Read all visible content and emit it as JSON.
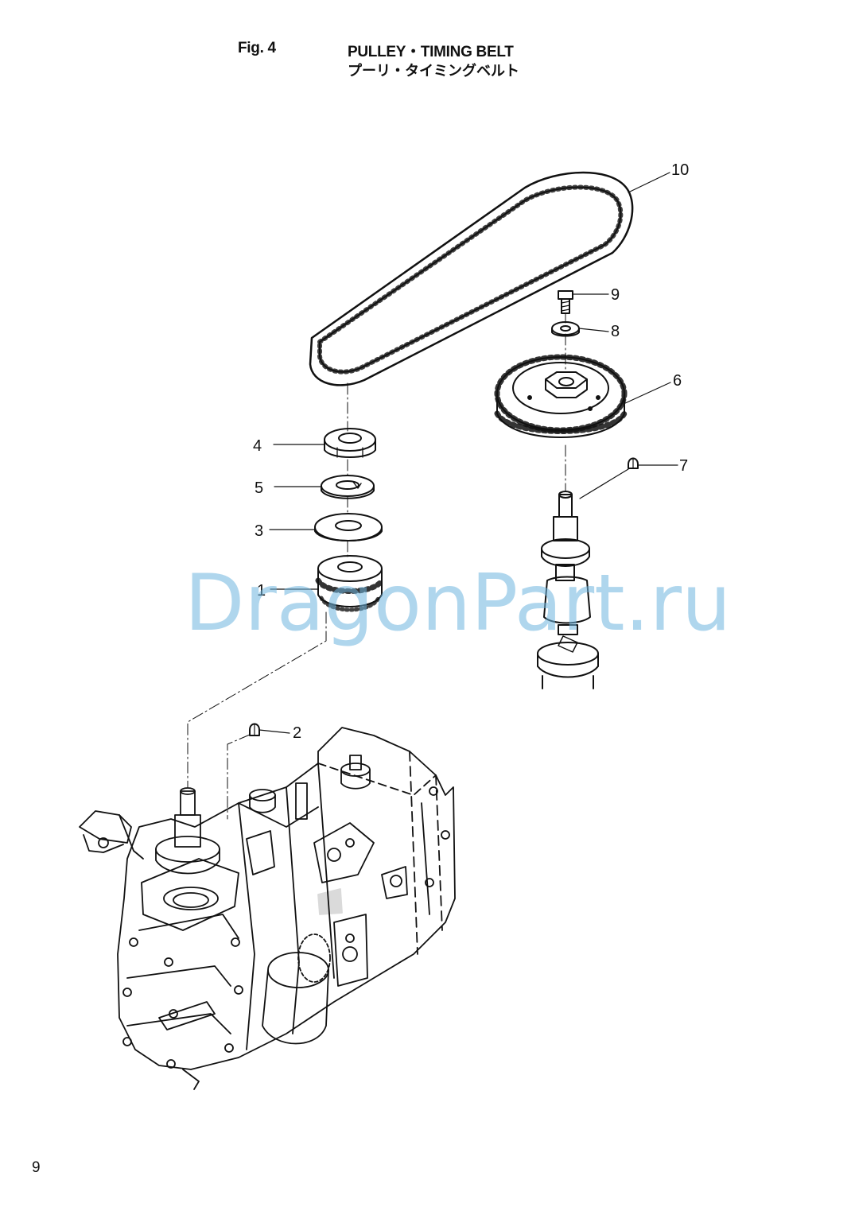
{
  "header": {
    "fig_label": "Fig. 4",
    "title": "PULLEY・TIMING BELT",
    "subtitle": "プーリ・タイミングベルト"
  },
  "callouts": [
    "1",
    "2",
    "3",
    "4",
    "5",
    "6",
    "7",
    "8",
    "9",
    "10"
  ],
  "watermark": "DragonPart.ru",
  "page_number": "9"
}
